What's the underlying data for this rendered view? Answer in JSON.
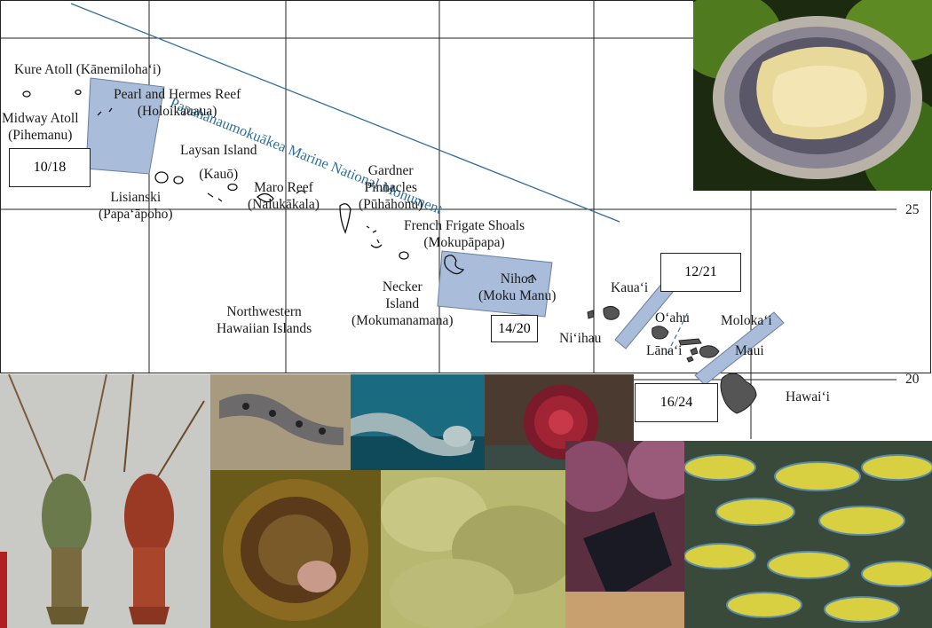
{
  "map": {
    "monument_name": "Papahānaumokuākea Marine National Monument",
    "latitude_labels": [
      "25",
      "20"
    ],
    "islands": {
      "kure": "Kure Atoll (Kānemiloha‘i)",
      "pearl_hermes_1": "Pearl and Hermes Reef",
      "pearl_hermes_2": "(Holoikauaua)",
      "midway_1": "Midway Atoll",
      "midway_2": "(Pihemanu)",
      "laysan_1": "Laysan Island",
      "laysan_2": "(Kauō)",
      "lisianski_1": "Lisianski",
      "lisianski_2": "(Papa‘āpoho)",
      "maro_1": "Maro Reef",
      "maro_2": "(Nalukākala)",
      "gardner_1": "Gardner",
      "gardner_2": "Pinnacles",
      "gardner_3": "(Pūhāhonu)",
      "ffs_1": "French Frigate Shoals",
      "ffs_2": "(Mokupāpapa)",
      "nihoa_1": "Nihoa",
      "nihoa_2": "(Moku Manu)",
      "necker_1": "Necker",
      "necker_2": "Island",
      "necker_3": "(Mokumanamana)",
      "nwhi_1": "Northwestern",
      "nwhi_2": "Hawaiian Islands",
      "kauai": "Kaua‘i",
      "niihau": "Ni‘ihau",
      "oahu": "O‘ahu",
      "molokai": "Moloka‘i",
      "lanai": "Lāna‘i",
      "maui": "Maui",
      "hawaii": "Hawai‘i"
    },
    "boxes": {
      "b1": "10/18",
      "b2": "14/20",
      "b3": "12/21",
      "b4": "16/24"
    },
    "colors": {
      "region_fill": "#a9bcd9",
      "monument_line": "#2f6f9a",
      "main_island_fill": "#555555"
    }
  }
}
